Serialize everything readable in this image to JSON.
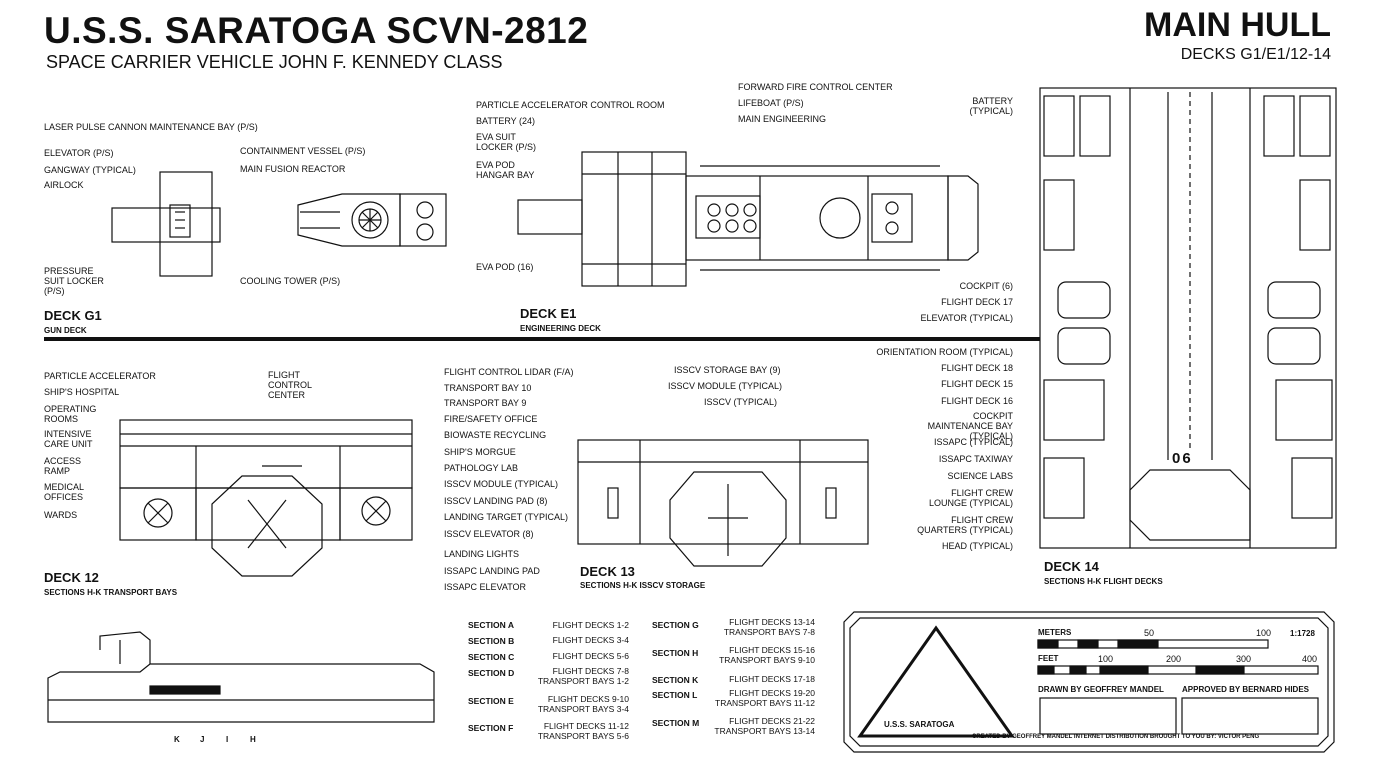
{
  "header": {
    "title": "U.S.S. SARATOGA  SCVN-2812",
    "subtitle": "SPACE CARRIER VEHICLE  JOHN F. KENNEDY CLASS",
    "hull_title": "MAIN HULL",
    "hull_decks": "DECKS G1/E1/12-14"
  },
  "decks": {
    "g1": {
      "name": "DECK G1",
      "desc": "GUN DECK",
      "labels": [
        "LASER PULSE CANNON MAINTENANCE BAY (P/S)",
        "ELEVATOR (P/S)",
        "GANGWAY (TYPICAL)",
        "AIRLOCK",
        "PRESSURE SUIT LOCKER (P/S)",
        "CONTAINMENT VESSEL (P/S)",
        "MAIN FUSION REACTOR",
        "COOLING TOWER (P/S)"
      ]
    },
    "e1": {
      "name": "DECK E1",
      "desc": "ENGINEERING DECK",
      "labels": [
        "PARTICLE ACCELERATOR CONTROL ROOM",
        "BATTERY (24)",
        "EVA SUIT LOCKER (P/S)",
        "EVA POD HANGAR BAY",
        "EVA POD (16)",
        "FORWARD FIRE CONTROL CENTER",
        "LIFEBOAT (P/S)",
        "MAIN ENGINEERING"
      ]
    },
    "d12": {
      "name": "DECK 12",
      "desc": "SECTIONS H-K  TRANSPORT BAYS",
      "left_labels": [
        "PARTICLE ACCELERATOR",
        "SHIP'S HOSPITAL",
        "OPERATING ROOMS",
        "INTENSIVE CARE UNIT",
        "ACCESS RAMP",
        "MEDICAL OFFICES",
        "WARDS"
      ],
      "top_label": "FLIGHT CONTROL CENTER",
      "right_labels": [
        "FLIGHT CONTROL LIDAR (F/A)",
        "TRANSPORT BAY 10",
        "TRANSPORT BAY 9",
        "FIRE/SAFETY OFFICE",
        "BIOWASTE RECYCLING",
        "SHIP'S MORGUE",
        "PATHOLOGY LAB",
        "ISSCV MODULE (TYPICAL)",
        "ISSCV LANDING PAD (8)",
        "LANDING TARGET (TYPICAL)",
        "ISSCV ELEVATOR (8)",
        "LANDING LIGHTS",
        "ISSAPC LANDING PAD",
        "ISSAPC ELEVATOR"
      ]
    },
    "d13": {
      "name": "DECK 13",
      "desc": "SECTIONS H-K  ISSCV STORAGE",
      "labels": [
        "ISSCV STORAGE BAY (9)",
        "ISSCV MODULE (TYPICAL)",
        "ISSCV (TYPICAL)"
      ]
    },
    "d14": {
      "name": "DECK 14",
      "desc": "SECTIONS H-K  FLIGHT DECKS",
      "labels": [
        "BATTERY (TYPICAL)",
        "COCKPIT (6)",
        "FLIGHT DECK 17",
        "ELEVATOR (TYPICAL)",
        "ORIENTATION ROOM (TYPICAL)",
        "FLIGHT DECK 18",
        "FLIGHT DECK 15",
        "FLIGHT DECK 16",
        "COCKPIT MAINTENANCE BAY (TYPICAL)",
        "ISSAPC (TYPICAL)",
        "ISSAPC TAXIWAY",
        "SCIENCE LABS",
        "FLIGHT CREW LOUNGE (TYPICAL)",
        "FLIGHT CREW QUARTERS (TYPICAL)",
        "HEAD (TYPICAL)"
      ],
      "runway_mark": "06"
    }
  },
  "profile_letters": [
    "K",
    "J",
    "I",
    "H"
  ],
  "sections_left": [
    {
      "section": "SECTION A",
      "value": "FLIGHT DECKS 1-2"
    },
    {
      "section": "SECTION B",
      "value": "FLIGHT DECKS 3-4"
    },
    {
      "section": "SECTION C",
      "value": "FLIGHT DECKS 5-6"
    },
    {
      "section": "SECTION D",
      "value": "FLIGHT DECKS 7-8 TRANSPORT BAYS 1-2"
    },
    {
      "section": "SECTION E",
      "value": "FLIGHT DECKS 9-10 TRANSPORT BAYS 3-4"
    },
    {
      "section": "SECTION F",
      "value": "FLIGHT DECKS 11-12 TRANSPORT BAYS 5-6"
    }
  ],
  "sections_right": [
    {
      "section": "SECTION G",
      "value": "FLIGHT DECKS 13-14 TRANSPORT BAYS 7-8"
    },
    {
      "section": "SECTION H",
      "value": "FLIGHT DECKS 15-16 TRANSPORT BAYS 9-10"
    },
    {
      "section": "SECTION K",
      "value": "FLIGHT DECKS 17-18"
    },
    {
      "section": "SECTION L",
      "value": "FLIGHT DECKS 19-20 TRANSPORT BAYS 11-12"
    },
    {
      "section": "SECTION M",
      "value": "FLIGHT DECKS 21-22 TRANSPORT BAYS 13-14"
    }
  ],
  "legend": {
    "meters_label": "METERS",
    "meters_ticks": [
      "50",
      "100"
    ],
    "scale_ratio": "1:1728",
    "feet_label": "FEET",
    "feet_ticks": [
      "100",
      "200",
      "300",
      "400"
    ],
    "drawn_by": "DRAWN BY GEOFFREY MANDEL",
    "approved_by": "APPROVED BY BERNARD HIDES",
    "emblem_text": "U.S.S. SARATOGA",
    "credit": "CREATED BY GEOFFREY MANDEL  INTERNET DISTRIBUTION BROUGHT TO YOU BY: VICTOR PENG"
  }
}
